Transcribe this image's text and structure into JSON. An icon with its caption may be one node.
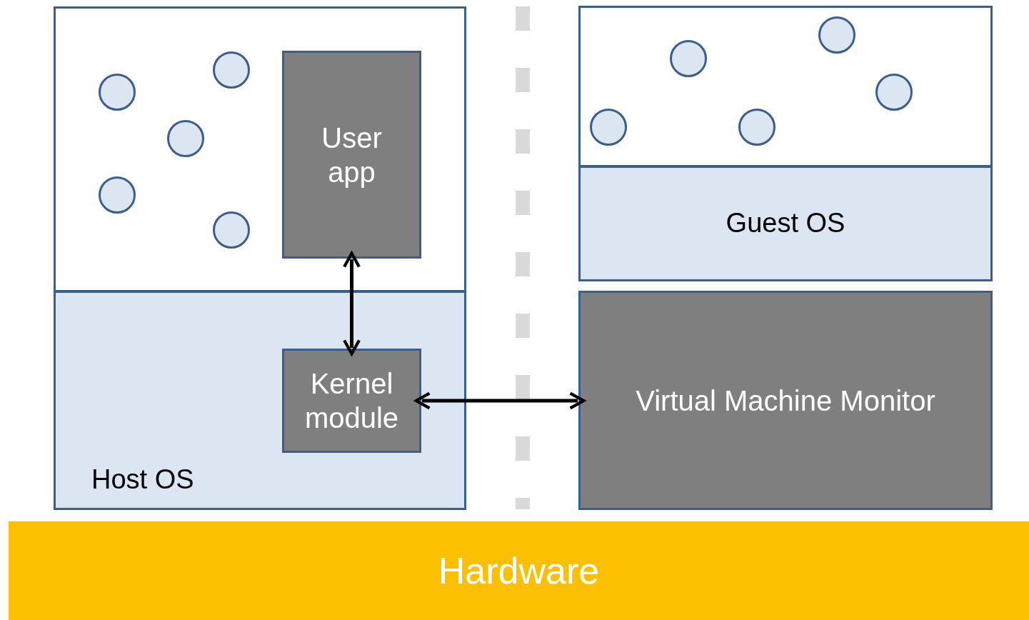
{
  "diagram": {
    "nodes": [
      {
        "text": [],
        "shape": "box"
      },
      {
        "text": [],
        "shape": "circle",
        "in": 0
      },
      {
        "text": [],
        "shape": "circle",
        "in": 0
      },
      {
        "text": [],
        "shape": "circle",
        "in": 0
      },
      {
        "text": [],
        "shape": "circle",
        "in": 0
      },
      {
        "text": [],
        "shape": "circle",
        "in": 0
      },
      {
        "text": [
          "User app"
        ],
        "in": 0
      },
      {
        "text": [
          "Host OS"
        ]
      },
      {
        "text": [
          "Kernel module"
        ],
        "in": 7
      },
      {
        "text": [],
        "shape": "box"
      },
      {
        "text": [],
        "shape": "circle",
        "in": 9
      },
      {
        "text": [],
        "shape": "circle",
        "in": 9
      },
      {
        "text": [],
        "shape": "circle",
        "in": 9
      },
      {
        "text": [],
        "shape": "circle",
        "in": 9
      },
      {
        "text": [],
        "shape": "circle",
        "in": 9
      },
      {
        "text": [
          "Guest OS"
        ]
      },
      {
        "text": [
          "Virtual Machine Monitor"
        ]
      },
      {
        "text": [
          "Hardware"
        ]
      }
    ],
    "edges": [
      {
        "from": 6,
        "to": 8,
        "arrow": "both"
      },
      {
        "from": 8,
        "to": 16,
        "arrow": "both"
      }
    ]
  }
}
